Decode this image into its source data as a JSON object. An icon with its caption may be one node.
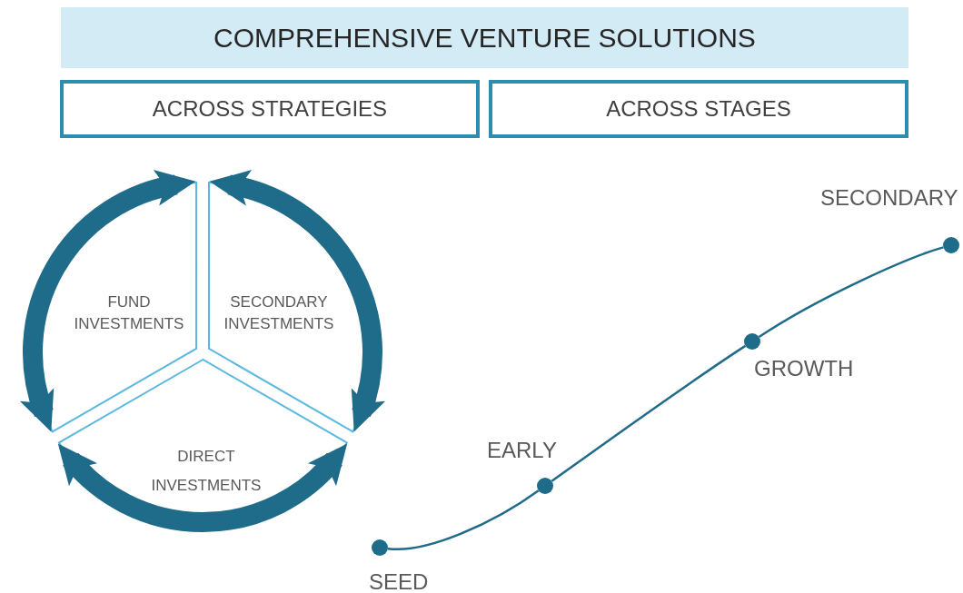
{
  "diagram": {
    "nodes": [
      {
        "text": [
          "COMPREHENSIVE VENTURE SOLUTIONS"
        ]
      },
      {
        "text": [
          "ACROSS STRATEGIES"
        ]
      },
      {
        "text": [
          "ACROSS STAGES"
        ]
      },
      {
        "text": [
          "FUND INVESTMENTS"
        ]
      },
      {
        "text": [
          "SECONDARY INVESTMENTS"
        ]
      },
      {
        "text": [
          "DIRECT INVESTMENTS"
        ]
      },
      {
        "text": [],
        "shape": "circle",
        "beside": [
          "SEED"
        ]
      },
      {
        "text": [],
        "shape": "circle",
        "beside": [
          "EARLY"
        ]
      },
      {
        "text": [],
        "shape": "circle",
        "beside": [
          "GROWTH"
        ]
      },
      {
        "text": [],
        "shape": "circle",
        "beside": [
          "SECONDARY"
        ]
      }
    ],
    "edges": [
      {
        "from": 5,
        "to": 4,
        "arrow": "both",
        "style": "thick"
      },
      {
        "from": 3,
        "to": 5,
        "arrow": "both",
        "style": "thick"
      },
      {
        "from": 4,
        "to": 3,
        "arrow": "both",
        "style": "thick"
      },
      {
        "from": 6,
        "to": 7,
        "arrow": "none"
      },
      {
        "from": 7,
        "to": 8,
        "arrow": "none"
      },
      {
        "from": 8,
        "to": 9,
        "arrow": "none"
      }
    ]
  }
}
